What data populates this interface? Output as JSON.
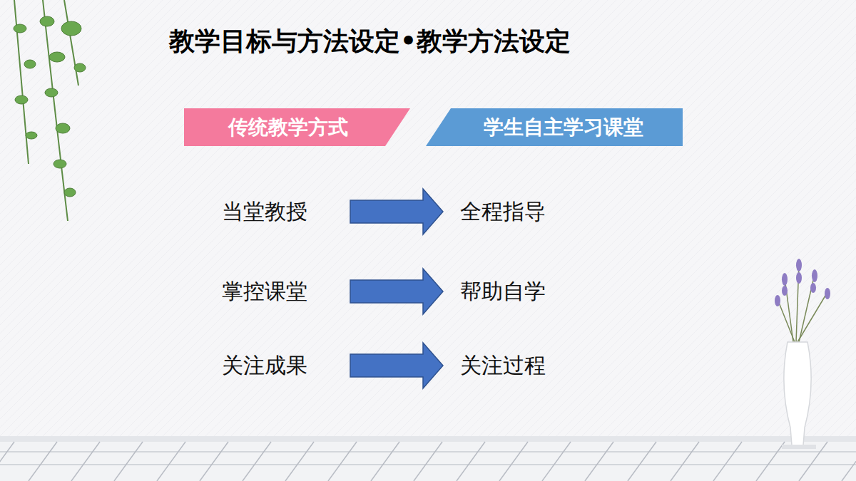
{
  "diagram": {
    "title": "教学目标与方法设定•教学方法设定",
    "nodes": [
      {
        "text": [
          "传统教学方式"
        ]
      },
      {
        "text": [
          "学生自主学习课堂"
        ]
      }
    ],
    "labels": [
      "当堂教授",
      "全程指导",
      "掌控课堂",
      "帮助自学",
      "关注成果",
      "关注过程"
    ]
  }
}
